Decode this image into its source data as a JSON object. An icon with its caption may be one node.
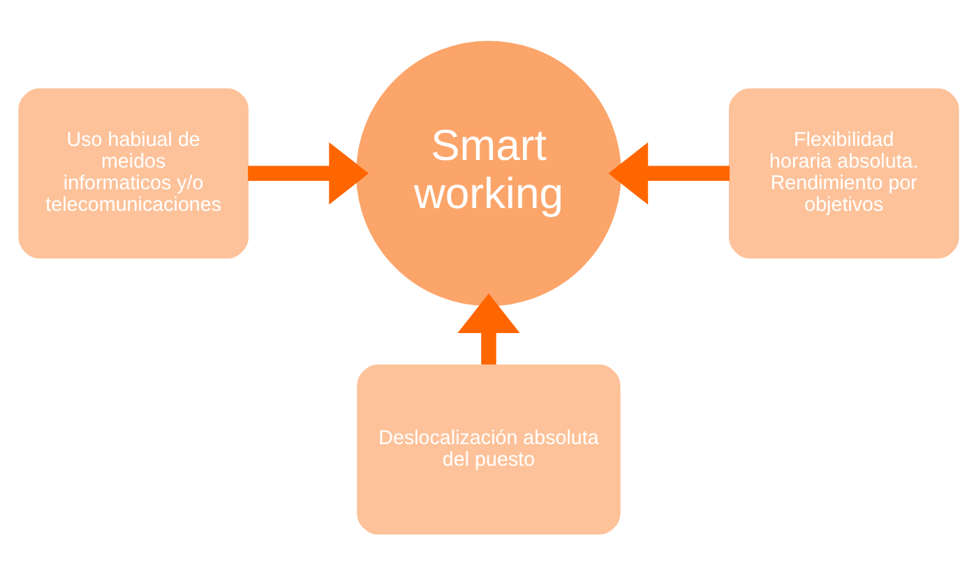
{
  "diagram": {
    "nodes": [
      {
        "text": [
          "Smart working"
        ]
      },
      {
        "text": [
          "Uso habiual de meidos informaticos y/o telecomunicaciones"
        ]
      },
      {
        "text": [
          "Flexibilidad horaria absoluta. Rendimiento por objetivos"
        ]
      },
      {
        "text": [
          "Deslocalización absoluta del puesto"
        ]
      }
    ],
    "edges": [
      {
        "from": 1,
        "to": 0,
        "arrow": "to"
      },
      {
        "from": 2,
        "to": 0,
        "arrow": "to"
      },
      {
        "from": 3,
        "to": 0,
        "arrow": "to"
      }
    ]
  }
}
